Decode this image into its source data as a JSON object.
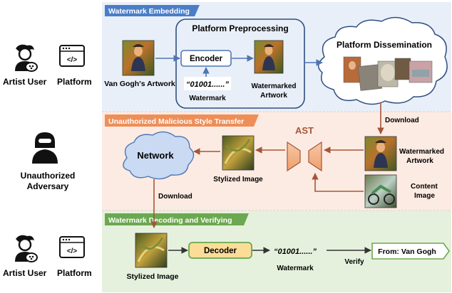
{
  "roles": {
    "artist_user": "Artist User",
    "platform": "Platform",
    "adversary_line1": "Unauthorized",
    "adversary_line2": "Adversary"
  },
  "section_embedding": {
    "tag": "Watermark Embedding",
    "preprocessing_title": "Platform Preprocessing",
    "encoder": "Encoder",
    "artwork_caption": "Van Gogh's Artwork",
    "watermark_bits": "“01001......”",
    "watermark_label": "Watermark",
    "watermarked_line1": "Watermarked",
    "watermarked_line2": "Artwork",
    "dissemination": "Platform Dissemination",
    "download": "Download"
  },
  "section_transfer": {
    "tag": "Unauthorized Malicious Style Transfer",
    "ast": "AST",
    "network": "Network",
    "stylized_caption": "Stylized Image",
    "watermarked_line1": "Watermarked",
    "watermarked_line2": "Artwork",
    "content_line1": "Content",
    "content_line2": "Image",
    "download": "Download"
  },
  "section_decoding": {
    "tag": "Watermark Decoding and Verifying",
    "decoder": "Decoder",
    "stylized_caption": "Stylized Image",
    "watermark_bits": "“01001......”",
    "watermark_label": "Watermark",
    "verify": "Verify",
    "result": "From: Van Gogh"
  },
  "colors": {
    "embedding_bg": "#e9eff8",
    "embedding_tag": "#4a7ec8",
    "transfer_bg": "#fcebe2",
    "transfer_tag": "#ee8e58",
    "decoding_bg": "#e6f1dd",
    "decoding_tag": "#6ba84f",
    "arrow_blue": "#4f76b4",
    "arrow_brown": "#a4563a",
    "decoder_fill": "#fbdd98"
  }
}
